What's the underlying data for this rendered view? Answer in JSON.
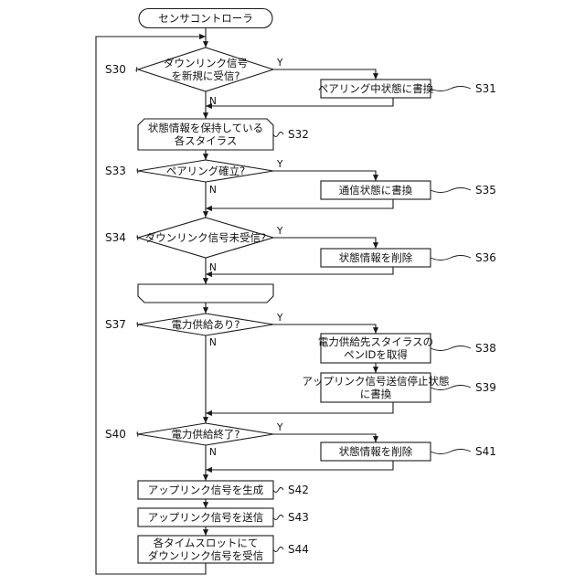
{
  "nodes": {
    "start": [
      "センサコントローラ"
    ],
    "d30": [
      "ダウンリンク信号",
      "を新規に受信?"
    ],
    "p31": [
      "ペアリング中状態に書換"
    ],
    "loop_start": [
      "状態情報を保持している",
      "各スタイラス"
    ],
    "d33": [
      "ペアリング確立?"
    ],
    "p35": [
      "通信状態に書換"
    ],
    "d34": [
      "ダウンリンク信号未受信?"
    ],
    "p36": [
      "状態情報を削除"
    ],
    "loop_end": [
      ""
    ],
    "d37": [
      "電力供給あり?"
    ],
    "p38": [
      "電力供給先スタイラスの",
      "ペンIDを取得"
    ],
    "p39": [
      "アップリンク信号送信停止状態",
      "に書換"
    ],
    "d40": [
      "電力供給終了?"
    ],
    "p41": [
      "状態情報を削除"
    ],
    "p42": [
      "アップリンク信号を生成"
    ],
    "p43": [
      "アップリンク信号を送信"
    ],
    "p44": [
      "各タイムスロットにて",
      "ダウンリンク信号を受信"
    ]
  },
  "step_labels": {
    "d30": "S30",
    "p31": "S31",
    "loop_start": "S32",
    "d33": "S33",
    "p35": "S35",
    "d34": "S34",
    "p36": "S36",
    "d37": "S37",
    "p38": "S38",
    "p39": "S39",
    "d40": "S40",
    "p41": "S41",
    "p42": "S42",
    "p43": "S43",
    "p44": "S44"
  },
  "branch": {
    "yes": "Y",
    "no": "N"
  },
  "colors": {
    "stroke": "#1a1a1a",
    "fill": "#ffffff",
    "text": "#111111"
  }
}
